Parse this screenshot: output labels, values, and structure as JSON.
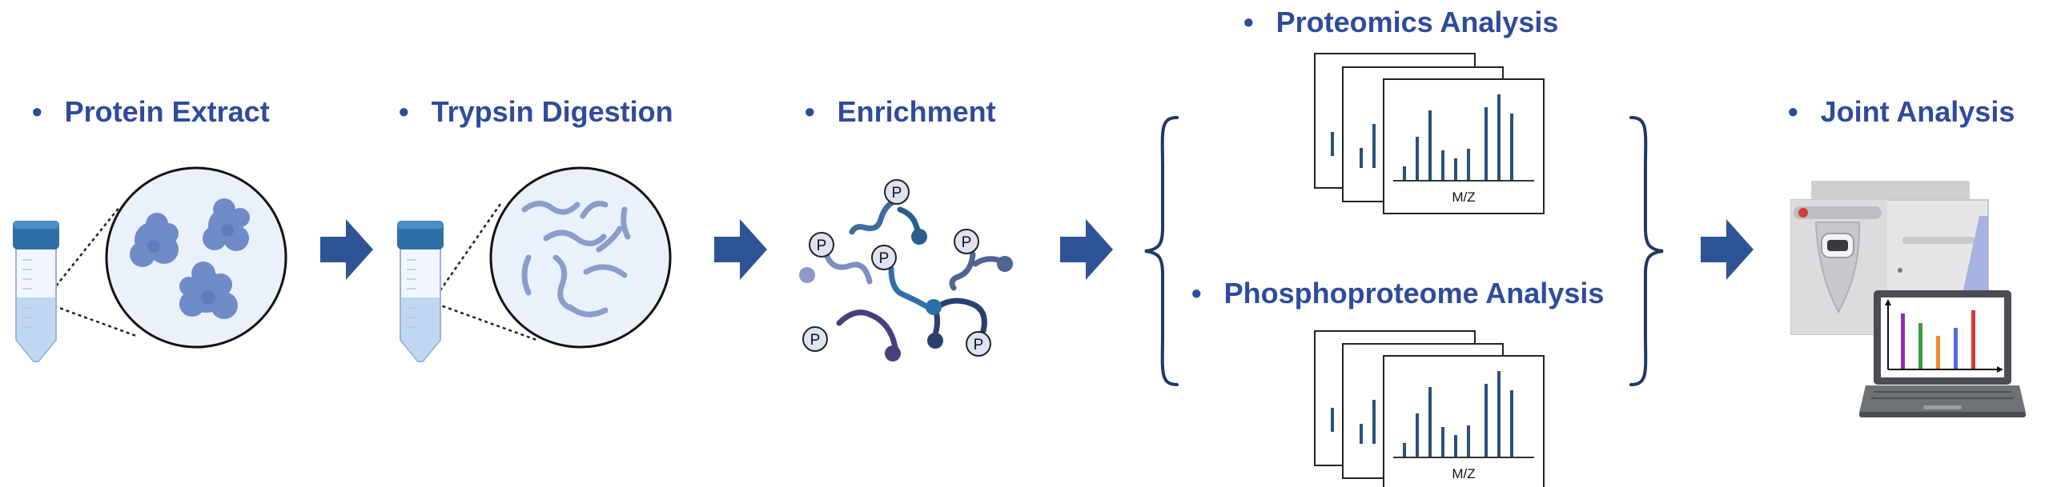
{
  "steps": [
    {
      "label": "Protein Extract"
    },
    {
      "label": "Trypsin Digestion"
    },
    {
      "label": "Enrichment"
    },
    {
      "label": "Proteomics Analysis"
    },
    {
      "label": "Phosphoproteome Analysis"
    },
    {
      "label": "Joint Analysis"
    }
  ],
  "bullet": "•",
  "spectrum_axis_label": "M/Z",
  "phospho_label": "P",
  "colors": {
    "text": "#2E4B9B",
    "arrow": "#2E5496",
    "brace": "#1F3864",
    "tube_cap": "#2F6FA8",
    "protein": "#6F8CC9",
    "peptide": "#8C9DCC",
    "circle_fill": "#EAF1FB",
    "spectrum_bar": "#2A5078",
    "screen_bars": [
      "#8B2FB0",
      "#3E9E3E",
      "#F08A24",
      "#4F6FD0",
      "#D03A3A"
    ]
  }
}
